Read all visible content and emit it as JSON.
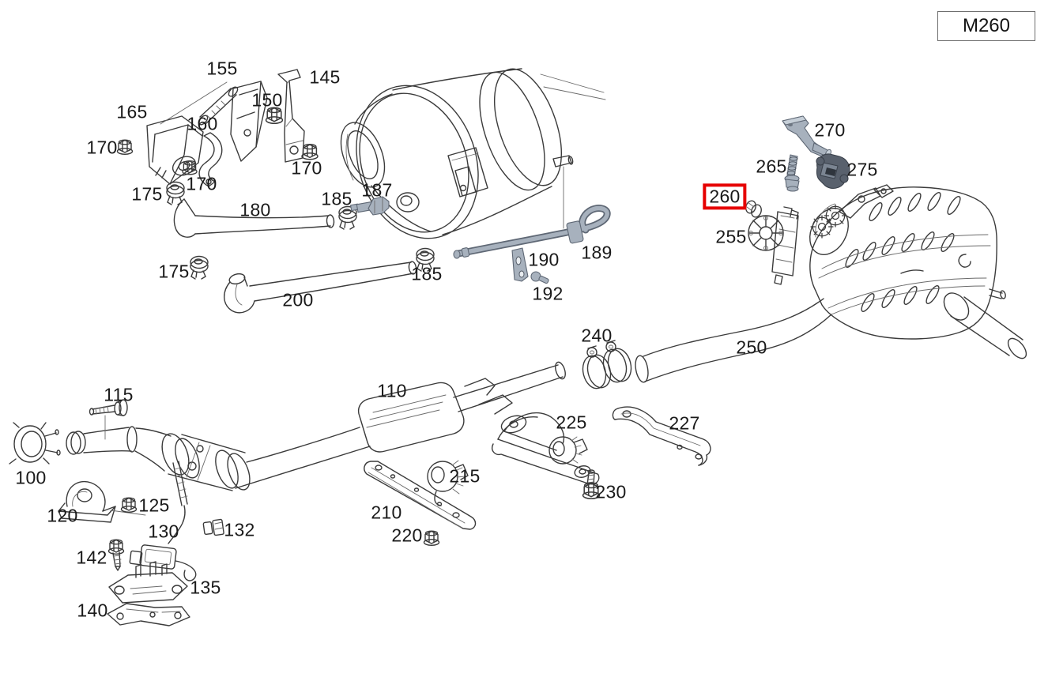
{
  "diagram": {
    "code": "M260",
    "highlighted_part": "260",
    "colors": {
      "highlight": "#e60000",
      "line": "#3b3b3b",
      "part_light": "#a7b1bd",
      "part_dark": "#59616d",
      "background": "#ffffff"
    }
  },
  "labels": [
    {
      "text": "155"
    },
    {
      "text": "145"
    },
    {
      "text": "150"
    },
    {
      "text": "165"
    },
    {
      "text": "170"
    },
    {
      "text": "160"
    },
    {
      "text": "170"
    },
    {
      "text": "170"
    },
    {
      "text": "175"
    },
    {
      "text": "180"
    },
    {
      "text": "185"
    },
    {
      "text": "187"
    },
    {
      "text": "185"
    },
    {
      "text": "190"
    },
    {
      "text": "192"
    },
    {
      "text": "189"
    },
    {
      "text": "175"
    },
    {
      "text": "200"
    },
    {
      "text": "115"
    },
    {
      "text": "100"
    },
    {
      "text": "120"
    },
    {
      "text": "125"
    },
    {
      "text": "130"
    },
    {
      "text": "132"
    },
    {
      "text": "142"
    },
    {
      "text": "135"
    },
    {
      "text": "140"
    },
    {
      "text": "110"
    },
    {
      "text": "210"
    },
    {
      "text": "220"
    },
    {
      "text": "215"
    },
    {
      "text": "225"
    },
    {
      "text": "230"
    },
    {
      "text": "227"
    },
    {
      "text": "240"
    },
    {
      "text": "250"
    },
    {
      "text": "255"
    },
    {
      "text": "260",
      "highlighted": true
    },
    {
      "text": "265"
    },
    {
      "text": "270"
    },
    {
      "text": "275"
    }
  ]
}
